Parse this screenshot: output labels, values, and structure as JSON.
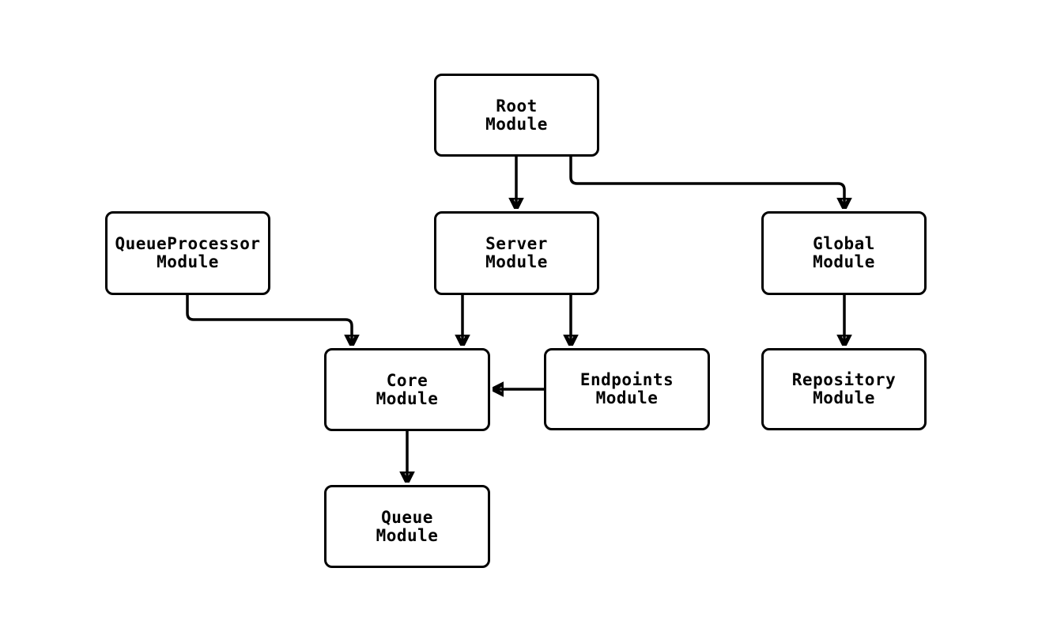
{
  "diagram": {
    "background_color": "#ffffff",
    "stroke_color": "#000000",
    "text_color": "#000000",
    "nodes": {
      "root": {
        "line1": "Root",
        "line2": "Module"
      },
      "queueprocessor": {
        "line1": "QueueProcessor",
        "line2": "Module"
      },
      "server": {
        "line1": "Server",
        "line2": "Module"
      },
      "global": {
        "line1": "Global",
        "line2": "Module"
      },
      "core": {
        "line1": "Core",
        "line2": "Module"
      },
      "endpoints": {
        "line1": "Endpoints",
        "line2": "Module"
      },
      "repository": {
        "line1": "Repository",
        "line2": "Module"
      },
      "queue": {
        "line1": "Queue",
        "line2": "Module"
      }
    },
    "edges": [
      {
        "from": "Root Module",
        "to": "Server Module"
      },
      {
        "from": "Root Module",
        "to": "Global Module"
      },
      {
        "from": "QueueProcessor Module",
        "to": "Core Module"
      },
      {
        "from": "Server Module",
        "to": "Core Module"
      },
      {
        "from": "Server Module",
        "to": "Endpoints Module"
      },
      {
        "from": "Endpoints Module",
        "to": "Core Module"
      },
      {
        "from": "Global Module",
        "to": "Repository Module"
      },
      {
        "from": "Core Module",
        "to": "Queue Module"
      }
    ]
  }
}
